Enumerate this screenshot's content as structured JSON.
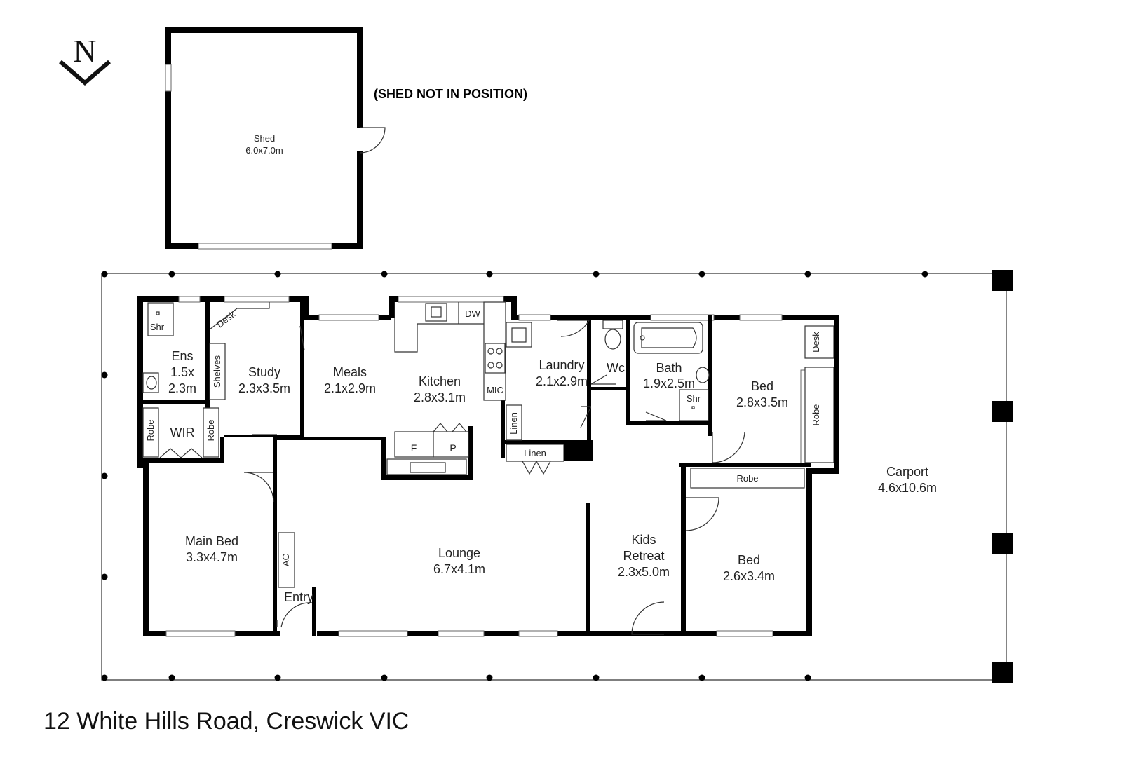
{
  "compass": {
    "letter": "N",
    "icon": "north-arrow-icon"
  },
  "shed": {
    "name": "Shed",
    "size": "6.0x7.0m",
    "note": "(SHED NOT IN POSITION)"
  },
  "rooms": {
    "ens": {
      "name": "Ens",
      "size_a": "1.5x",
      "size_b": "2.3m",
      "shr": "Shr"
    },
    "wir": {
      "name": "WIR",
      "robe_left": "Robe",
      "robe_right": "Robe"
    },
    "study": {
      "name": "Study",
      "size": "2.3x3.5m",
      "desk": "Desk",
      "shelves": "Shelves"
    },
    "meals": {
      "name": "Meals",
      "size": "2.1x2.9m"
    },
    "kitchen": {
      "name": "Kitchen",
      "size": "2.8x3.1m",
      "dw": "DW",
      "mic": "MIC",
      "fridge": "F",
      "pantry": "P"
    },
    "laundry": {
      "name": "Laundry",
      "size": "2.1x2.9m",
      "linen_v": "Linen",
      "linen_h": "Linen"
    },
    "wc": {
      "name": "Wc"
    },
    "bath": {
      "name": "Bath",
      "size": "1.9x2.5m",
      "shr": "Shr"
    },
    "bed2": {
      "name": "Bed",
      "size": "2.8x3.5m",
      "desk": "Desk",
      "robe": "Robe"
    },
    "bed3": {
      "name": "Bed",
      "size": "2.6x3.4m",
      "robe": "Robe"
    },
    "main_bed": {
      "name": "Main Bed",
      "size": "3.3x4.7m"
    },
    "lounge": {
      "name": "Lounge",
      "size": "6.7x4.1m",
      "ac": "AC"
    },
    "entry": {
      "name": "Entry"
    },
    "kids": {
      "name_a": "Kids",
      "name_b": "Retreat",
      "size": "2.3x5.0m"
    },
    "carport": {
      "name": "Carport",
      "size": "4.6x10.6m"
    }
  },
  "address": "12 White Hills Road, Creswick VIC"
}
